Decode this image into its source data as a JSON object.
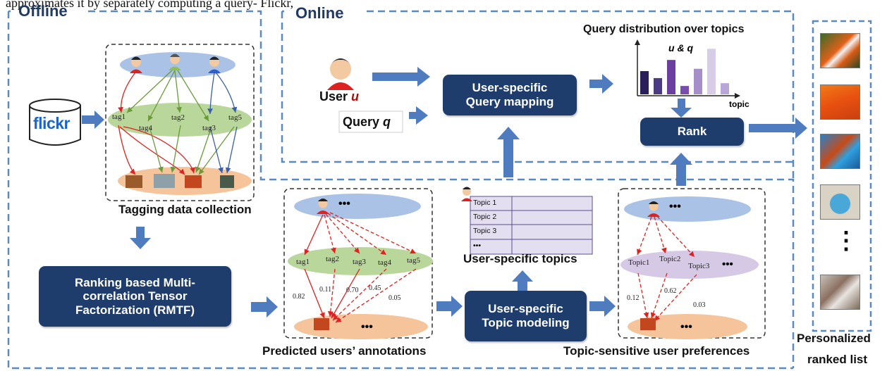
{
  "header_text": "approximates it by separately computing a query-      Flickr,",
  "sections": {
    "offline": "Offline",
    "online": "Online"
  },
  "source": {
    "logo_text": "flickr"
  },
  "tagging": {
    "tags_row": [
      "tag1",
      "tag2",
      "tag3",
      "tag4",
      "tag5"
    ],
    "label": "Tagging data collection"
  },
  "rmtf_box": "Ranking based Multi-correlation Tensor Factorization (RMTF)",
  "predicted": {
    "dots": "•••",
    "tags": [
      "tag1",
      "tag2",
      "tag3",
      "tag4",
      "tag5"
    ],
    "scores": [
      "0.82",
      "0.11",
      "0.70",
      "0.45",
      "0.05"
    ],
    "label": "Predicted users’ annotations"
  },
  "topic_modeling_box": "User-specific Topic modeling",
  "topics_table": {
    "rows": [
      "Topic 1",
      "Topic 2",
      "Topic 3",
      "•••"
    ],
    "label": "User-specific topics"
  },
  "preferences": {
    "dots": "•••",
    "topics": [
      "Topic1",
      "Topic2",
      "Topic3"
    ],
    "scores": [
      "0.12",
      "0.62",
      "0.03"
    ],
    "label": "Topic-sensitive user preferences"
  },
  "online": {
    "user_label": "User",
    "user_var": "u",
    "query_label": "Query",
    "query_var": "q",
    "query_mapping_box": "User-specific Query mapping",
    "rank_box": "Rank",
    "dist_title": "Query distribution  over topics",
    "dist_legend": "u & q",
    "dist_xlabel": "topic"
  },
  "ranked": {
    "dots": "⋮",
    "label_1": "Personalized",
    "label_2": "ranked list"
  },
  "chart_data": {
    "type": "bar",
    "title": "Query distribution  over topics",
    "xlabel": "topic",
    "ylabel": "",
    "values": [
      0.5,
      0.35,
      0.74,
      0.18,
      0.55,
      0.98,
      0.24
    ],
    "colors": [
      "#2a1f5a",
      "#4b3a86",
      "#6a3fa0",
      "#7a4cb0",
      "#a68fc8",
      "#d8cde8",
      "#b9a6d8"
    ],
    "ylim": [
      0,
      1
    ]
  }
}
